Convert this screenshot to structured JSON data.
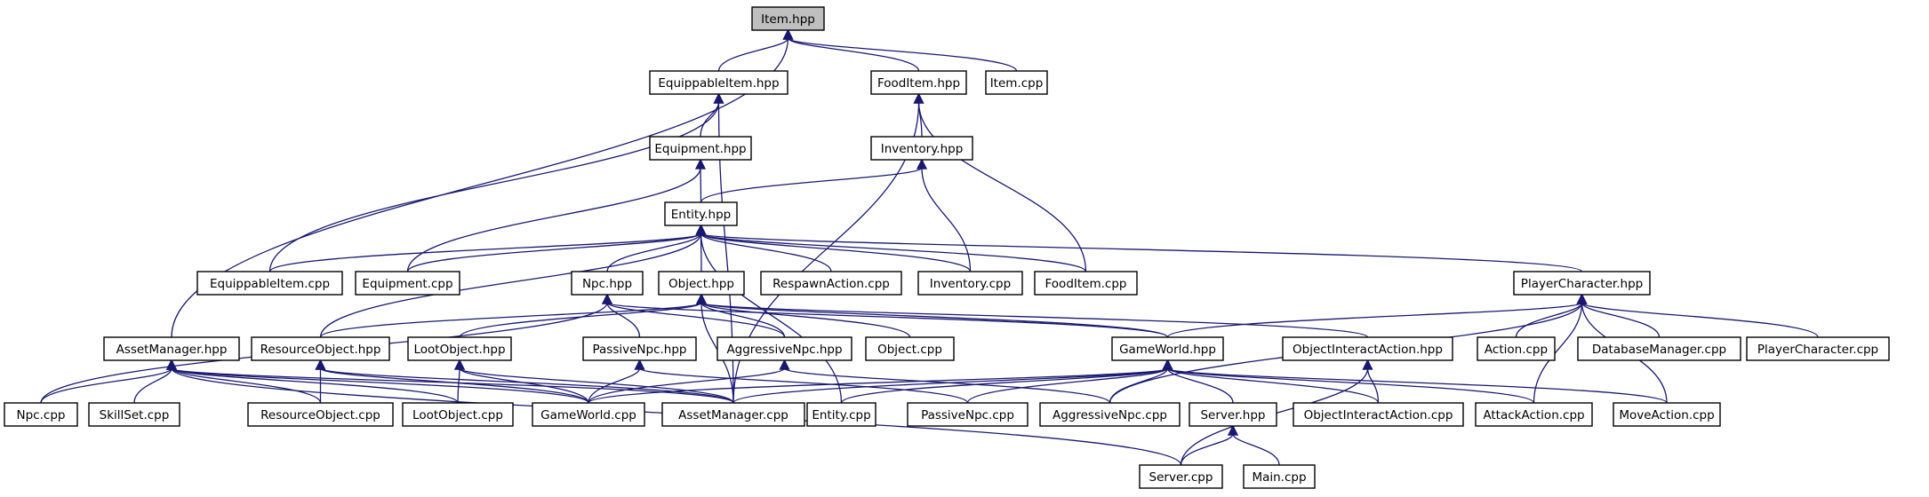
{
  "diagram": {
    "kind": "include-dependency-graph",
    "edge_color": "#191970",
    "root_fill": "#bfbfbf",
    "node_fill": "#ffffff",
    "nodes": [
      {
        "id": "item_hpp",
        "label": "Item.hpp",
        "root": true
      },
      {
        "id": "equippableitem_hpp",
        "label": "EquippableItem.hpp"
      },
      {
        "id": "fooditem_hpp",
        "label": "FoodItem.hpp"
      },
      {
        "id": "item_cpp",
        "label": "Item.cpp"
      },
      {
        "id": "equipment_hpp",
        "label": "Equipment.hpp"
      },
      {
        "id": "inventory_hpp",
        "label": "Inventory.hpp"
      },
      {
        "id": "entity_hpp",
        "label": "Entity.hpp"
      },
      {
        "id": "equippableitem_cpp",
        "label": "EquippableItem.cpp"
      },
      {
        "id": "equipment_cpp",
        "label": "Equipment.cpp"
      },
      {
        "id": "npc_hpp",
        "label": "Npc.hpp"
      },
      {
        "id": "object_hpp",
        "label": "Object.hpp"
      },
      {
        "id": "respawnaction_cpp",
        "label": "RespawnAction.cpp"
      },
      {
        "id": "inventory_cpp",
        "label": "Inventory.cpp"
      },
      {
        "id": "fooditem_cpp",
        "label": "FoodItem.cpp"
      },
      {
        "id": "playercharacter_hpp",
        "label": "PlayerCharacter.hpp"
      },
      {
        "id": "assetmanager_hpp",
        "label": "AssetManager.hpp"
      },
      {
        "id": "resourceobject_hpp",
        "label": "ResourceObject.hpp"
      },
      {
        "id": "lootobject_hpp",
        "label": "LootObject.hpp"
      },
      {
        "id": "passivenpc_hpp",
        "label": "PassiveNpc.hpp"
      },
      {
        "id": "aggressivenpc_hpp",
        "label": "AggressiveNpc.hpp"
      },
      {
        "id": "object_cpp",
        "label": "Object.cpp"
      },
      {
        "id": "gameworld_hpp",
        "label": "GameWorld.hpp"
      },
      {
        "id": "objectinteractaction_hpp",
        "label": "ObjectInteractAction.hpp"
      },
      {
        "id": "action_cpp",
        "label": "Action.cpp"
      },
      {
        "id": "databasemanager_cpp",
        "label": "DatabaseManager.cpp"
      },
      {
        "id": "playercharacter_cpp",
        "label": "PlayerCharacter.cpp"
      },
      {
        "id": "npc_cpp",
        "label": "Npc.cpp"
      },
      {
        "id": "skillset_cpp",
        "label": "SkillSet.cpp"
      },
      {
        "id": "resourceobject_cpp",
        "label": "ResourceObject.cpp"
      },
      {
        "id": "lootobject_cpp",
        "label": "LootObject.cpp"
      },
      {
        "id": "gameworld_cpp",
        "label": "GameWorld.cpp"
      },
      {
        "id": "assetmanager_cpp",
        "label": "AssetManager.cpp"
      },
      {
        "id": "entity_cpp",
        "label": "Entity.cpp"
      },
      {
        "id": "passivenpc_cpp",
        "label": "PassiveNpc.cpp"
      },
      {
        "id": "aggressivenpc_cpp",
        "label": "AggressiveNpc.cpp"
      },
      {
        "id": "server_hpp",
        "label": "Server.hpp"
      },
      {
        "id": "objectinteractaction_cpp",
        "label": "ObjectInteractAction.cpp"
      },
      {
        "id": "attackaction_cpp",
        "label": "AttackAction.cpp"
      },
      {
        "id": "moveaction_cpp",
        "label": "MoveAction.cpp"
      },
      {
        "id": "server_cpp",
        "label": "Server.cpp"
      },
      {
        "id": "main_cpp",
        "label": "Main.cpp"
      }
    ],
    "edges": [
      {
        "from": "equippableitem_hpp",
        "to": "item_hpp"
      },
      {
        "from": "fooditem_hpp",
        "to": "item_hpp"
      },
      {
        "from": "item_cpp",
        "to": "item_hpp"
      },
      {
        "from": "assetmanager_hpp",
        "to": "item_hpp"
      },
      {
        "from": "equipment_hpp",
        "to": "equippableitem_hpp"
      },
      {
        "from": "equippableitem_cpp",
        "to": "equippableitem_hpp"
      },
      {
        "from": "assetmanager_cpp",
        "to": "equippableitem_hpp"
      },
      {
        "from": "inventory_hpp",
        "to": "fooditem_hpp"
      },
      {
        "from": "fooditem_cpp",
        "to": "fooditem_hpp"
      },
      {
        "from": "assetmanager_cpp",
        "to": "fooditem_hpp"
      },
      {
        "from": "entity_hpp",
        "to": "equipment_hpp"
      },
      {
        "from": "equipment_cpp",
        "to": "equipment_hpp"
      },
      {
        "from": "entity_hpp",
        "to": "inventory_hpp"
      },
      {
        "from": "inventory_cpp",
        "to": "inventory_hpp"
      },
      {
        "from": "equippableitem_cpp",
        "to": "entity_hpp"
      },
      {
        "from": "equipment_cpp",
        "to": "entity_hpp"
      },
      {
        "from": "npc_hpp",
        "to": "entity_hpp"
      },
      {
        "from": "object_hpp",
        "to": "entity_hpp"
      },
      {
        "from": "respawnaction_cpp",
        "to": "entity_hpp"
      },
      {
        "from": "inventory_cpp",
        "to": "entity_hpp"
      },
      {
        "from": "fooditem_cpp",
        "to": "entity_hpp"
      },
      {
        "from": "playercharacter_hpp",
        "to": "entity_hpp"
      },
      {
        "from": "resourceobject_hpp",
        "to": "entity_hpp"
      },
      {
        "from": "entity_cpp",
        "to": "entity_hpp"
      },
      {
        "from": "npc_cpp",
        "to": "npc_hpp"
      },
      {
        "from": "passivenpc_hpp",
        "to": "npc_hpp"
      },
      {
        "from": "aggressivenpc_hpp",
        "to": "npc_hpp"
      },
      {
        "from": "gameworld_hpp",
        "to": "npc_hpp"
      },
      {
        "from": "resourceobject_hpp",
        "to": "object_hpp"
      },
      {
        "from": "lootobject_hpp",
        "to": "object_hpp"
      },
      {
        "from": "object_cpp",
        "to": "object_hpp"
      },
      {
        "from": "gameworld_hpp",
        "to": "object_hpp"
      },
      {
        "from": "objectinteractaction_hpp",
        "to": "object_hpp"
      },
      {
        "from": "aggressivenpc_hpp",
        "to": "object_hpp"
      },
      {
        "from": "assetmanager_cpp",
        "to": "object_hpp"
      },
      {
        "from": "gameworld_hpp",
        "to": "playercharacter_hpp"
      },
      {
        "from": "action_cpp",
        "to": "playercharacter_hpp"
      },
      {
        "from": "databasemanager_cpp",
        "to": "playercharacter_hpp"
      },
      {
        "from": "playercharacter_cpp",
        "to": "playercharacter_hpp"
      },
      {
        "from": "aggressivenpc_cpp",
        "to": "playercharacter_hpp"
      },
      {
        "from": "attackaction_cpp",
        "to": "playercharacter_hpp"
      },
      {
        "from": "moveaction_cpp",
        "to": "playercharacter_hpp"
      },
      {
        "from": "npc_cpp",
        "to": "assetmanager_hpp"
      },
      {
        "from": "skillset_cpp",
        "to": "assetmanager_hpp"
      },
      {
        "from": "resourceobject_cpp",
        "to": "assetmanager_hpp"
      },
      {
        "from": "lootobject_cpp",
        "to": "assetmanager_hpp"
      },
      {
        "from": "gameworld_cpp",
        "to": "assetmanager_hpp"
      },
      {
        "from": "assetmanager_cpp",
        "to": "assetmanager_hpp"
      },
      {
        "from": "server_cpp",
        "to": "assetmanager_hpp"
      },
      {
        "from": "resourceobject_cpp",
        "to": "resourceobject_hpp"
      },
      {
        "from": "gameworld_cpp",
        "to": "resourceobject_hpp"
      },
      {
        "from": "assetmanager_cpp",
        "to": "resourceobject_hpp"
      },
      {
        "from": "lootobject_cpp",
        "to": "lootobject_hpp"
      },
      {
        "from": "gameworld_cpp",
        "to": "lootobject_hpp"
      },
      {
        "from": "assetmanager_cpp",
        "to": "lootobject_hpp"
      },
      {
        "from": "gameworld_cpp",
        "to": "passivenpc_hpp"
      },
      {
        "from": "passivenpc_cpp",
        "to": "passivenpc_hpp"
      },
      {
        "from": "gameworld_cpp",
        "to": "aggressivenpc_hpp"
      },
      {
        "from": "aggressivenpc_cpp",
        "to": "aggressivenpc_hpp"
      },
      {
        "from": "gameworld_cpp",
        "to": "gameworld_hpp"
      },
      {
        "from": "assetmanager_cpp",
        "to": "gameworld_hpp"
      },
      {
        "from": "entity_cpp",
        "to": "gameworld_hpp"
      },
      {
        "from": "passivenpc_cpp",
        "to": "gameworld_hpp"
      },
      {
        "from": "aggressivenpc_cpp",
        "to": "gameworld_hpp"
      },
      {
        "from": "server_hpp",
        "to": "gameworld_hpp"
      },
      {
        "from": "objectinteractaction_cpp",
        "to": "gameworld_hpp"
      },
      {
        "from": "attackaction_cpp",
        "to": "gameworld_hpp"
      },
      {
        "from": "moveaction_cpp",
        "to": "gameworld_hpp"
      },
      {
        "from": "objectinteractaction_cpp",
        "to": "objectinteractaction_hpp"
      },
      {
        "from": "server_cpp",
        "to": "objectinteractaction_hpp"
      },
      {
        "from": "server_cpp",
        "to": "server_hpp"
      },
      {
        "from": "main_cpp",
        "to": "server_hpp"
      }
    ]
  }
}
